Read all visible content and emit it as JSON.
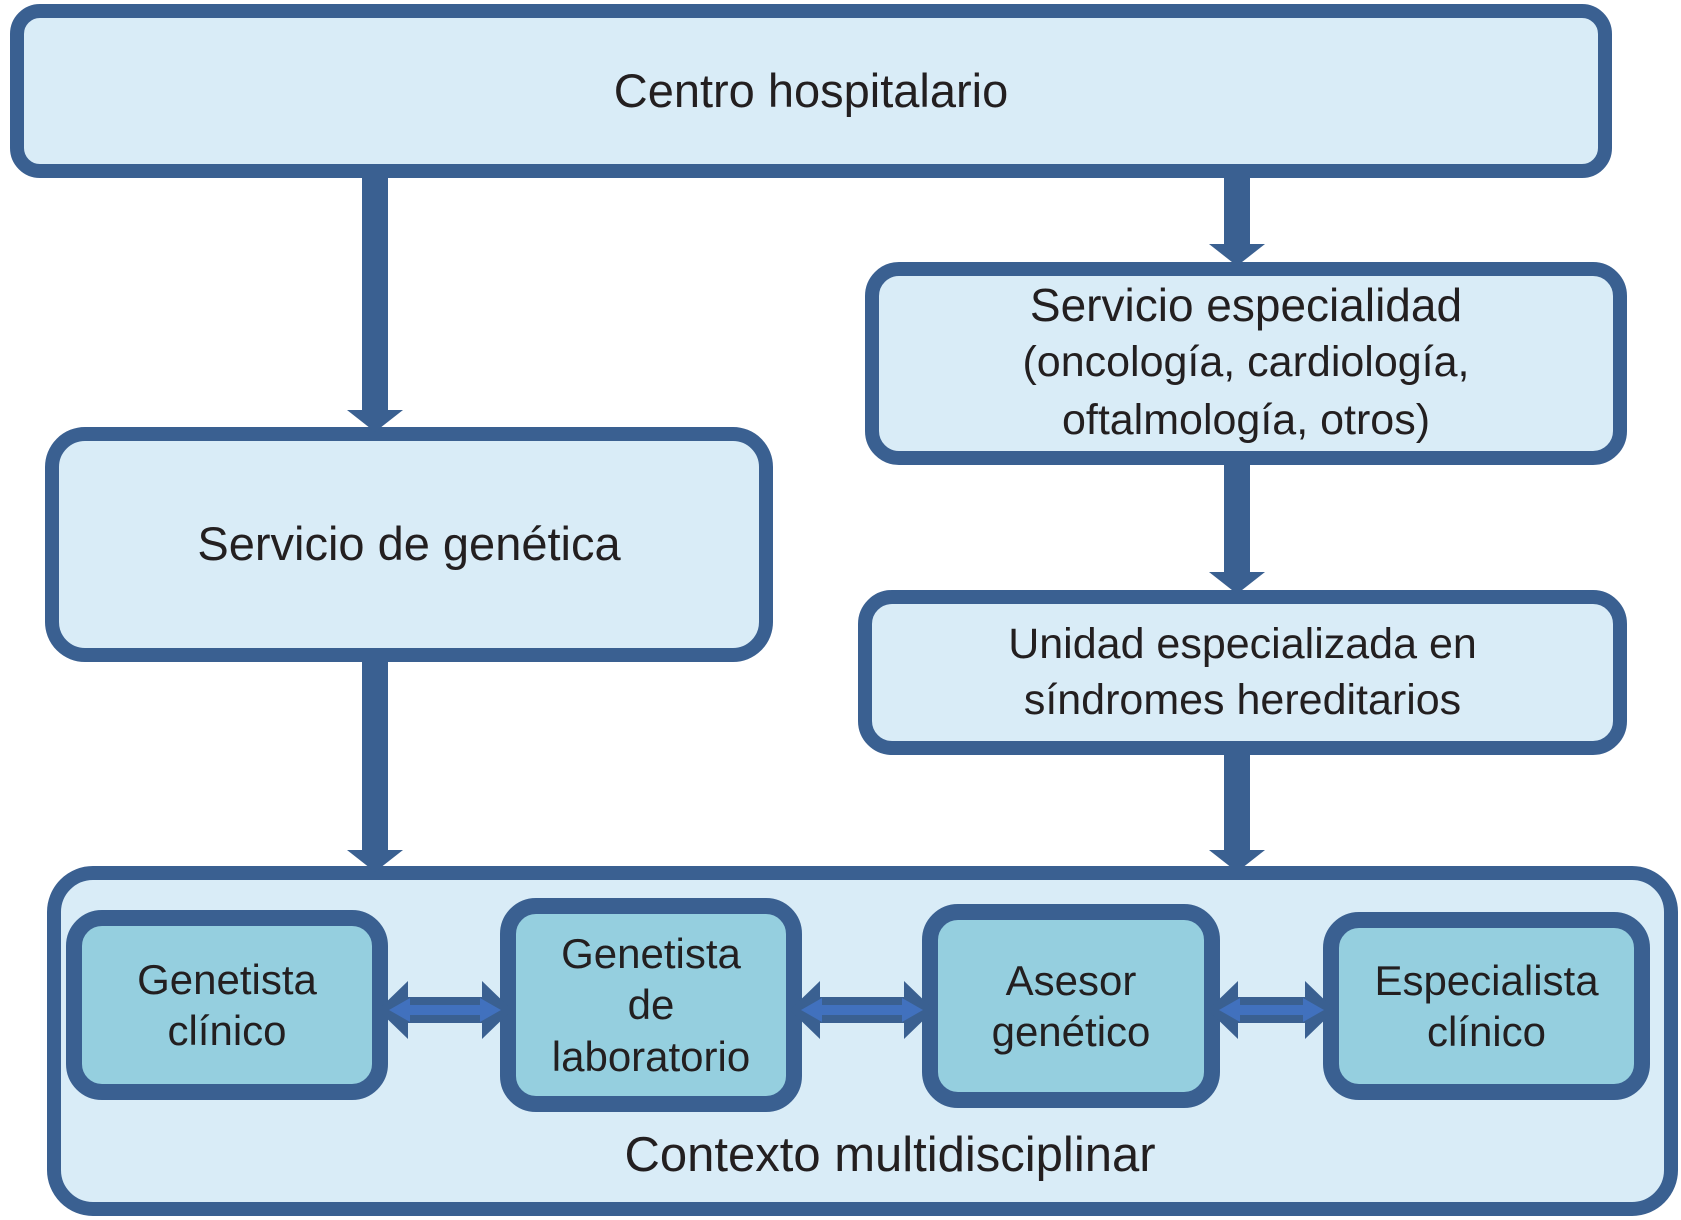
{
  "diagram": {
    "title": "Centro hospitalario",
    "colors": {
      "border_blue": "#3A6091",
      "box_fill_light": "#D9ECF7",
      "role_fill_teal": "#95CFDF",
      "double_arrow_inner": "#4171BE",
      "text": "#231F20"
    },
    "nodes": {
      "centro": {
        "label": "Centro hospitalario"
      },
      "genetica": {
        "label": "Servicio de genética"
      },
      "especialidad": {
        "title": "Servicio especialidad",
        "subtitle": "(oncología, cardiología,\noftalmología, otros)"
      },
      "unidad": {
        "label": "Unidad especializada en\nsíndromes hereditarios"
      },
      "contexto": {
        "label": "Contexto multidisciplinar"
      },
      "roles": {
        "genetista_clinico": {
          "label": "Genetista\nclínico"
        },
        "genetista_laboratorio": {
          "label": "Genetista\nde\nlaboratorio"
        },
        "asesor_genetico": {
          "label": "Asesor\ngenético"
        },
        "especialista_clinico": {
          "label": "Especialista\nclínico"
        }
      }
    },
    "edges": [
      {
        "from": "Centro hospitalario",
        "to": "Servicio de genética",
        "type": "arrow"
      },
      {
        "from": "Centro hospitalario",
        "to": "Servicio especialidad",
        "type": "arrow"
      },
      {
        "from": "Servicio especialidad",
        "to": "Unidad especializada en síndromes hereditarios",
        "type": "arrow"
      },
      {
        "from": "Servicio de genética",
        "to": "Contexto multidisciplinar",
        "type": "arrow"
      },
      {
        "from": "Unidad especializada en síndromes hereditarios",
        "to": "Contexto multidisciplinar",
        "type": "arrow"
      },
      {
        "from": "Genetista clínico",
        "to": "Genetista de laboratorio",
        "type": "double-arrow"
      },
      {
        "from": "Genetista de laboratorio",
        "to": "Asesor genético",
        "type": "double-arrow"
      },
      {
        "from": "Asesor genético",
        "to": "Especialista clínico",
        "type": "double-arrow"
      }
    ]
  }
}
